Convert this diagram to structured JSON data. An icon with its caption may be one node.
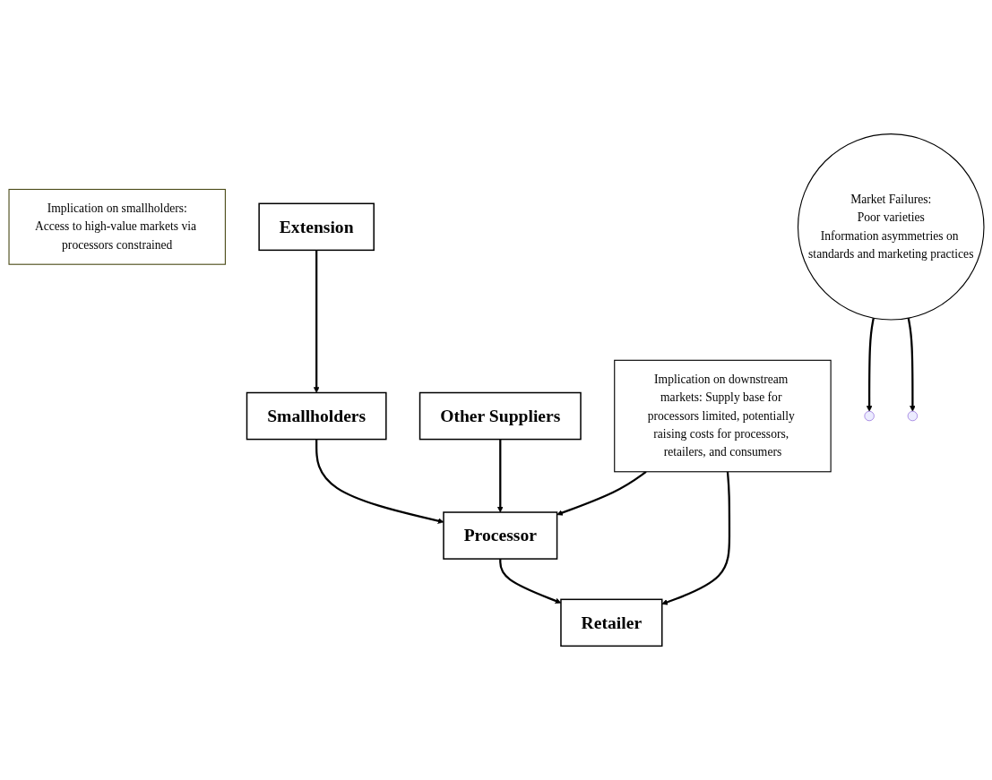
{
  "diagram": {
    "nodes": [
      {
        "text": [
          "Implication on smallholders:",
          "Access to high-value markets via processors constrained"
        ]
      },
      {
        "text": [
          "Extension"
        ]
      },
      {
        "text": [
          "Smallholders"
        ]
      },
      {
        "text": [
          "Other Suppliers"
        ]
      },
      {
        "text": [
          "Market Failures:",
          "Poor varieties",
          "Information asymmetries on standards and marketing practices"
        ]
      },
      {
        "text": [
          "Processor"
        ]
      },
      {
        "text": [
          "Implication on downstream markets: Supply base for processors limited, potentially raising costs for processors, retailers, and consumers"
        ]
      },
      {
        "text": [
          "Retailer"
        ]
      }
    ],
    "edges": [
      {
        "from": 1,
        "to": 2,
        "arrow": "to"
      },
      {
        "from": 2,
        "to": 5,
        "arrow": "to"
      },
      {
        "from": 4,
        "to": null,
        "arrow": "to"
      },
      {
        "from": 4,
        "to": null,
        "arrow": "to"
      },
      {
        "from": 3,
        "to": 5,
        "arrow": "to"
      },
      {
        "from": 5,
        "to": 7,
        "arrow": "to"
      },
      {
        "from": 6,
        "to": 5,
        "arrow": "to"
      },
      {
        "from": 6,
        "to": 7,
        "arrow": "to"
      }
    ]
  }
}
